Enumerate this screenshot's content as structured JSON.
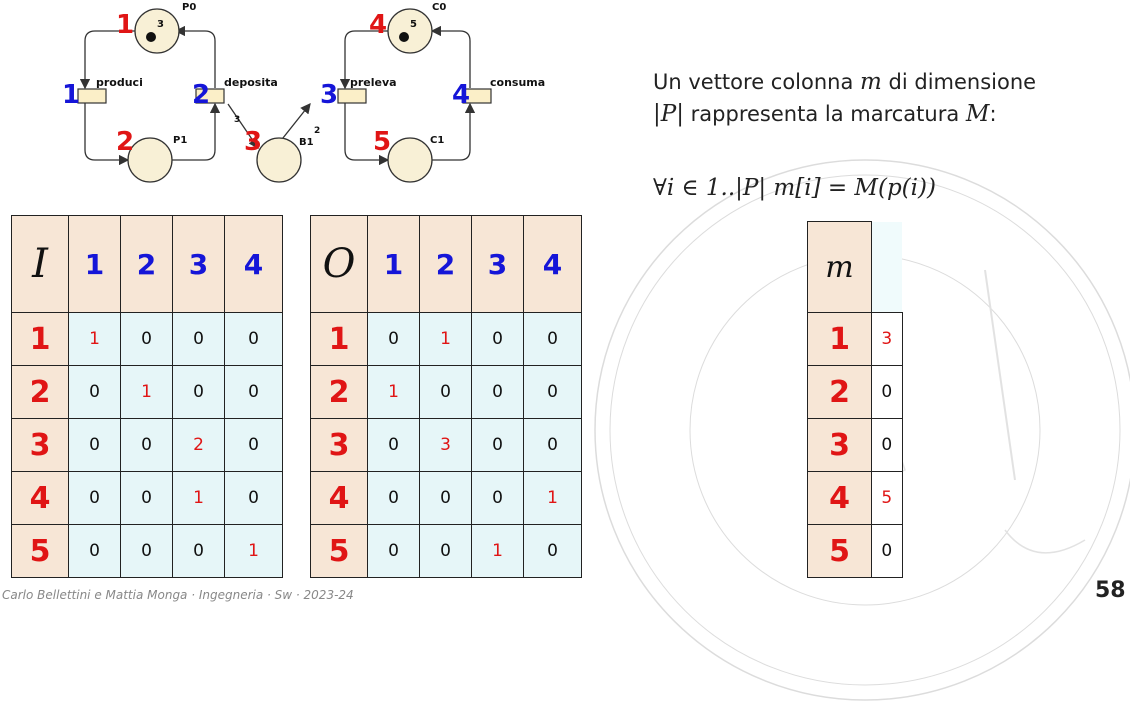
{
  "petri_net": {
    "places": [
      {
        "name": "P0",
        "tokens": "3",
        "id": "1"
      },
      {
        "name": "P1",
        "tokens": "",
        "id": "2"
      },
      {
        "name": "B1",
        "tokens": "",
        "id": "3"
      },
      {
        "name": "C0",
        "tokens": "5",
        "id": "4"
      },
      {
        "name": "C1",
        "tokens": "",
        "id": "5"
      }
    ],
    "transitions": [
      {
        "name": "produci",
        "id": "1"
      },
      {
        "name": "deposita",
        "id": "2"
      },
      {
        "name": "preleva",
        "id": "3"
      },
      {
        "name": "consuma",
        "id": "4"
      }
    ],
    "arc_weights": {
      "deposita_to_B1": "3",
      "B1_to_preleva": "2"
    }
  },
  "text": {
    "line1_prefix": "Un vettore colonna ",
    "line1_var": "m",
    "line1_suffix": " di dimensione",
    "line2_var": "|P|",
    "line2_mid": " rappresenta la marcatura ",
    "line2_var2": "M",
    "line2_end": ":",
    "formula": "∀i ∈ 1..|P|    m[i] = M(p(i))"
  },
  "matrix_I": {
    "corner": "I",
    "cols": [
      "1",
      "2",
      "3",
      "4"
    ],
    "rows": [
      {
        "label": "1",
        "values": [
          "1",
          "0",
          "0",
          "0"
        ]
      },
      {
        "label": "2",
        "values": [
          "0",
          "1",
          "0",
          "0"
        ]
      },
      {
        "label": "3",
        "values": [
          "0",
          "0",
          "2",
          "0"
        ]
      },
      {
        "label": "4",
        "values": [
          "0",
          "0",
          "1",
          "0"
        ]
      },
      {
        "label": "5",
        "values": [
          "0",
          "0",
          "0",
          "1"
        ]
      }
    ]
  },
  "matrix_O": {
    "corner": "O",
    "cols": [
      "1",
      "2",
      "3",
      "4"
    ],
    "rows": [
      {
        "label": "1",
        "values": [
          "0",
          "1",
          "0",
          "0"
        ]
      },
      {
        "label": "2",
        "values": [
          "1",
          "0",
          "0",
          "0"
        ]
      },
      {
        "label": "3",
        "values": [
          "0",
          "3",
          "0",
          "0"
        ]
      },
      {
        "label": "4",
        "values": [
          "0",
          "0",
          "0",
          "1"
        ]
      },
      {
        "label": "5",
        "values": [
          "0",
          "0",
          "1",
          "0"
        ]
      }
    ]
  },
  "vector_m": {
    "corner": "m",
    "rows": [
      {
        "label": "1",
        "value": "3"
      },
      {
        "label": "2",
        "value": "0"
      },
      {
        "label": "3",
        "value": "0"
      },
      {
        "label": "4",
        "value": "5"
      },
      {
        "label": "5",
        "value": "0"
      }
    ]
  },
  "footer": "Carlo Bellettini e Mattia Monga · Ingegneria · Sw · 2023-24",
  "page_number": "58",
  "colors": {
    "row_label": "#e01515",
    "col_label": "#1515d8",
    "header_bg": "#f7e6d6",
    "cell_bg": "#e6f6f8",
    "place_fill": "#f8f0d6",
    "transition_fill": "#fbefc8"
  }
}
